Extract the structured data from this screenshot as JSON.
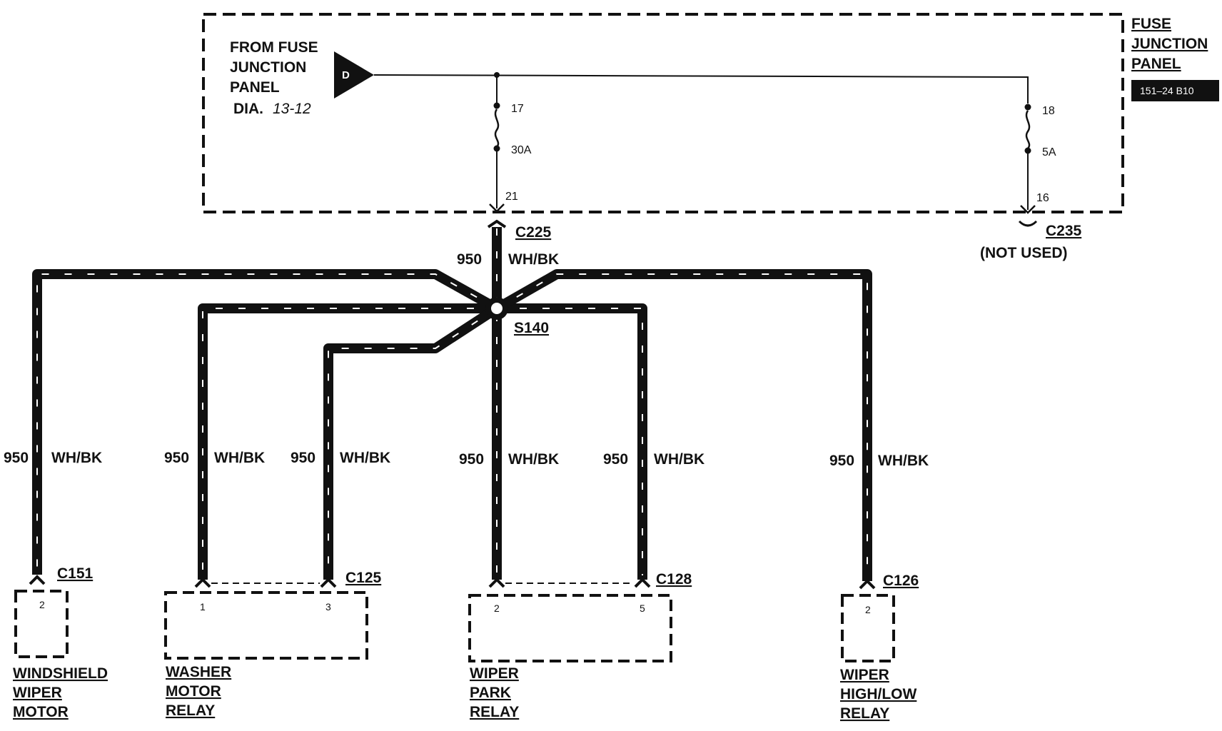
{
  "source": {
    "label_lines": [
      "FROM FUSE",
      "JUNCTION",
      "PANEL"
    ],
    "dia_prefix": "DIA.",
    "dia_ref": "13-12",
    "terminal_letter": "D"
  },
  "panel": {
    "title_lines": [
      "FUSE",
      "JUNCTION",
      "PANEL"
    ],
    "code": "151–24 B10"
  },
  "fuses": [
    {
      "number": "17",
      "rating": "30A",
      "out_pin": "21"
    },
    {
      "number": "18",
      "rating": "5A",
      "out_pin": "16"
    }
  ],
  "connectors": {
    "c225": "C225",
    "c235": "C235",
    "not_used": "(NOT USED)",
    "splice": "S140",
    "c151": "C151",
    "c125": "C125",
    "c128": "C128",
    "c126": "C126"
  },
  "wire": {
    "circuit": "950",
    "color": "WH/BK"
  },
  "components": [
    {
      "lines": [
        "WINDSHIELD",
        "WIPER",
        "MOTOR"
      ],
      "pins": [
        "2"
      ]
    },
    {
      "lines": [
        "WASHER",
        "MOTOR",
        "RELAY"
      ],
      "pins": [
        "1",
        "3"
      ]
    },
    {
      "lines": [
        "WIPER",
        "PARK",
        "RELAY"
      ],
      "pins": [
        "2",
        "5"
      ]
    },
    {
      "lines": [
        "WIPER",
        "HIGH/LOW",
        "RELAY"
      ],
      "pins": [
        "2"
      ]
    }
  ]
}
